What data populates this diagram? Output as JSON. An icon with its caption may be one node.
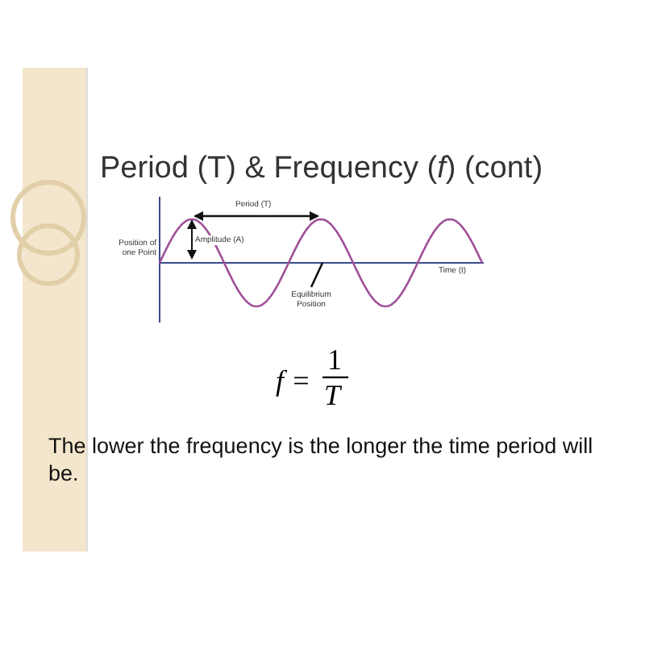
{
  "diagram": {
    "title": "Period (T) & Frequency (*f*) (cont)",
    "nodes": [
      {
        "text": [
          "Equilibrium Position"
        ]
      },
      {
        "text": [],
        "shape": "line"
      }
    ],
    "edges": [
      {
        "from": 0,
        "to": 1,
        "arrow": "none"
      }
    ],
    "labels": [
      "Period (T)",
      "Position of one Point",
      "Amplitude (A)",
      "Time (t)",
      "f =",
      "1",
      "T",
      "The lower the frequency is the longer the time period will be."
    ]
  }
}
